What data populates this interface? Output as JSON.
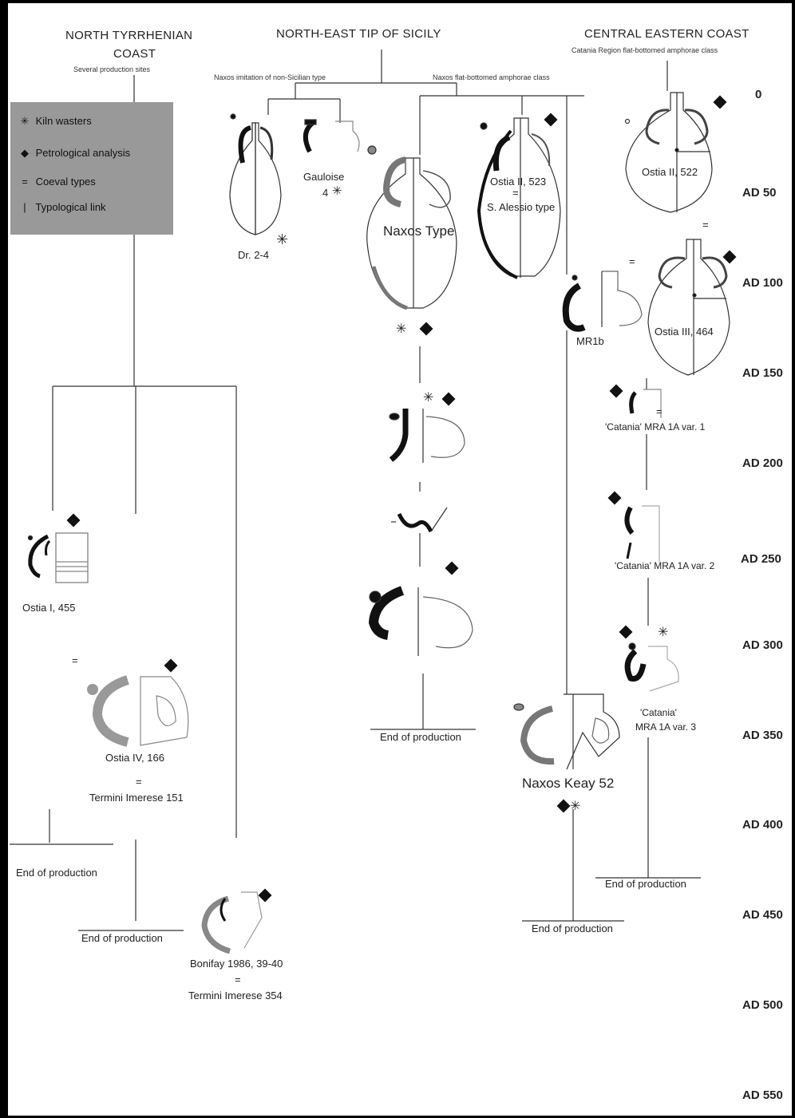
{
  "headers": {
    "north_tyrrhenian_line1": "NORTH TYRRHENIAN",
    "north_tyrrhenian_line2": "COAST",
    "north_tyrrhenian_sub": "Several production sites",
    "north_east_sicily": "NORTH-EAST TIP OF SICILY",
    "naxos_imitation": "Naxos imitation of non-Sicilian type",
    "naxos_flat": "Naxos flat-bottomed amphorae class",
    "central_eastern": "CENTRAL EASTERN COAST",
    "central_eastern_sub": "Catania Region flat-bottomed amphorae class"
  },
  "legend": {
    "items": [
      {
        "symbol": "✳",
        "label": "Kiln wasters"
      },
      {
        "symbol": "◆",
        "label": "Petrological analysis"
      },
      {
        "symbol": "=",
        "label": "Coeval types"
      },
      {
        "symbol": "|",
        "label": "Typological link"
      }
    ]
  },
  "timeline": [
    "0",
    "AD 50",
    "AD 100",
    "AD 150",
    "AD 200",
    "AD 250",
    "AD 300",
    "AD 350",
    "AD 400",
    "AD 450",
    "AD 500",
    "AD 550"
  ],
  "labels": {
    "dr24": "Dr. 2-4",
    "gauloise": "Gauloise",
    "gauloise_num": "4",
    "naxos_type": "Naxos Type",
    "ostia2_523": "Ostia II, 523",
    "s_alessio": "S. Alessio type",
    "ostia2_522": "Ostia II, 522",
    "ostia3_464": "Ostia III, 464",
    "mr1b": "MR1b",
    "catania_var1": "'Catania' MRA 1A var. 1",
    "catania_var2": "'Catania' MRA 1A var. 2",
    "catania_var3_line1": "'Catania'",
    "catania_var3_line2": "MRA 1A var. 3",
    "naxos_keay": "Naxos Keay 52",
    "ostia1_455": "Ostia I, 455",
    "ostia4_166": "Ostia IV, 166",
    "termini_151": "Termini Imerese 151",
    "bonifay": "Bonifay 1986, 39-40",
    "termini_354": "Termini Imerese 354",
    "equals": "=",
    "end_prod": "End of production"
  }
}
